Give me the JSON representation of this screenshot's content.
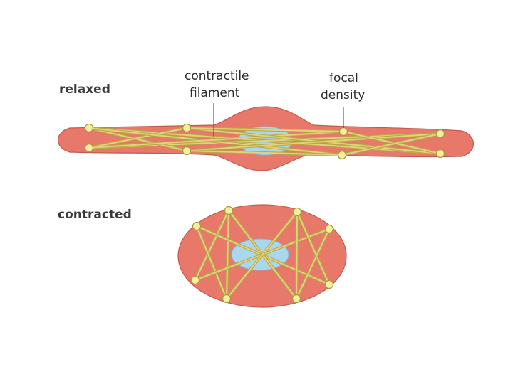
{
  "labels": {
    "relaxed": "relaxed",
    "contracted": "contracted",
    "contractile_line1": "contractile",
    "contractile_line2": "filament",
    "focal_line1": "focal",
    "focal_line2": "density"
  },
  "colors": {
    "cytoplasm": "#e8786a",
    "cytoplasm_stroke": "#c55a4e",
    "nucleus": "#a9d8ee",
    "nucleus_stroke": "#7fb8d6",
    "filament": "#e2d27a",
    "filament_stroke": "#b8a648",
    "focal_density": "#f4eea0",
    "focal_density_stroke": "#a89a3a",
    "leader_line": "#444444"
  }
}
